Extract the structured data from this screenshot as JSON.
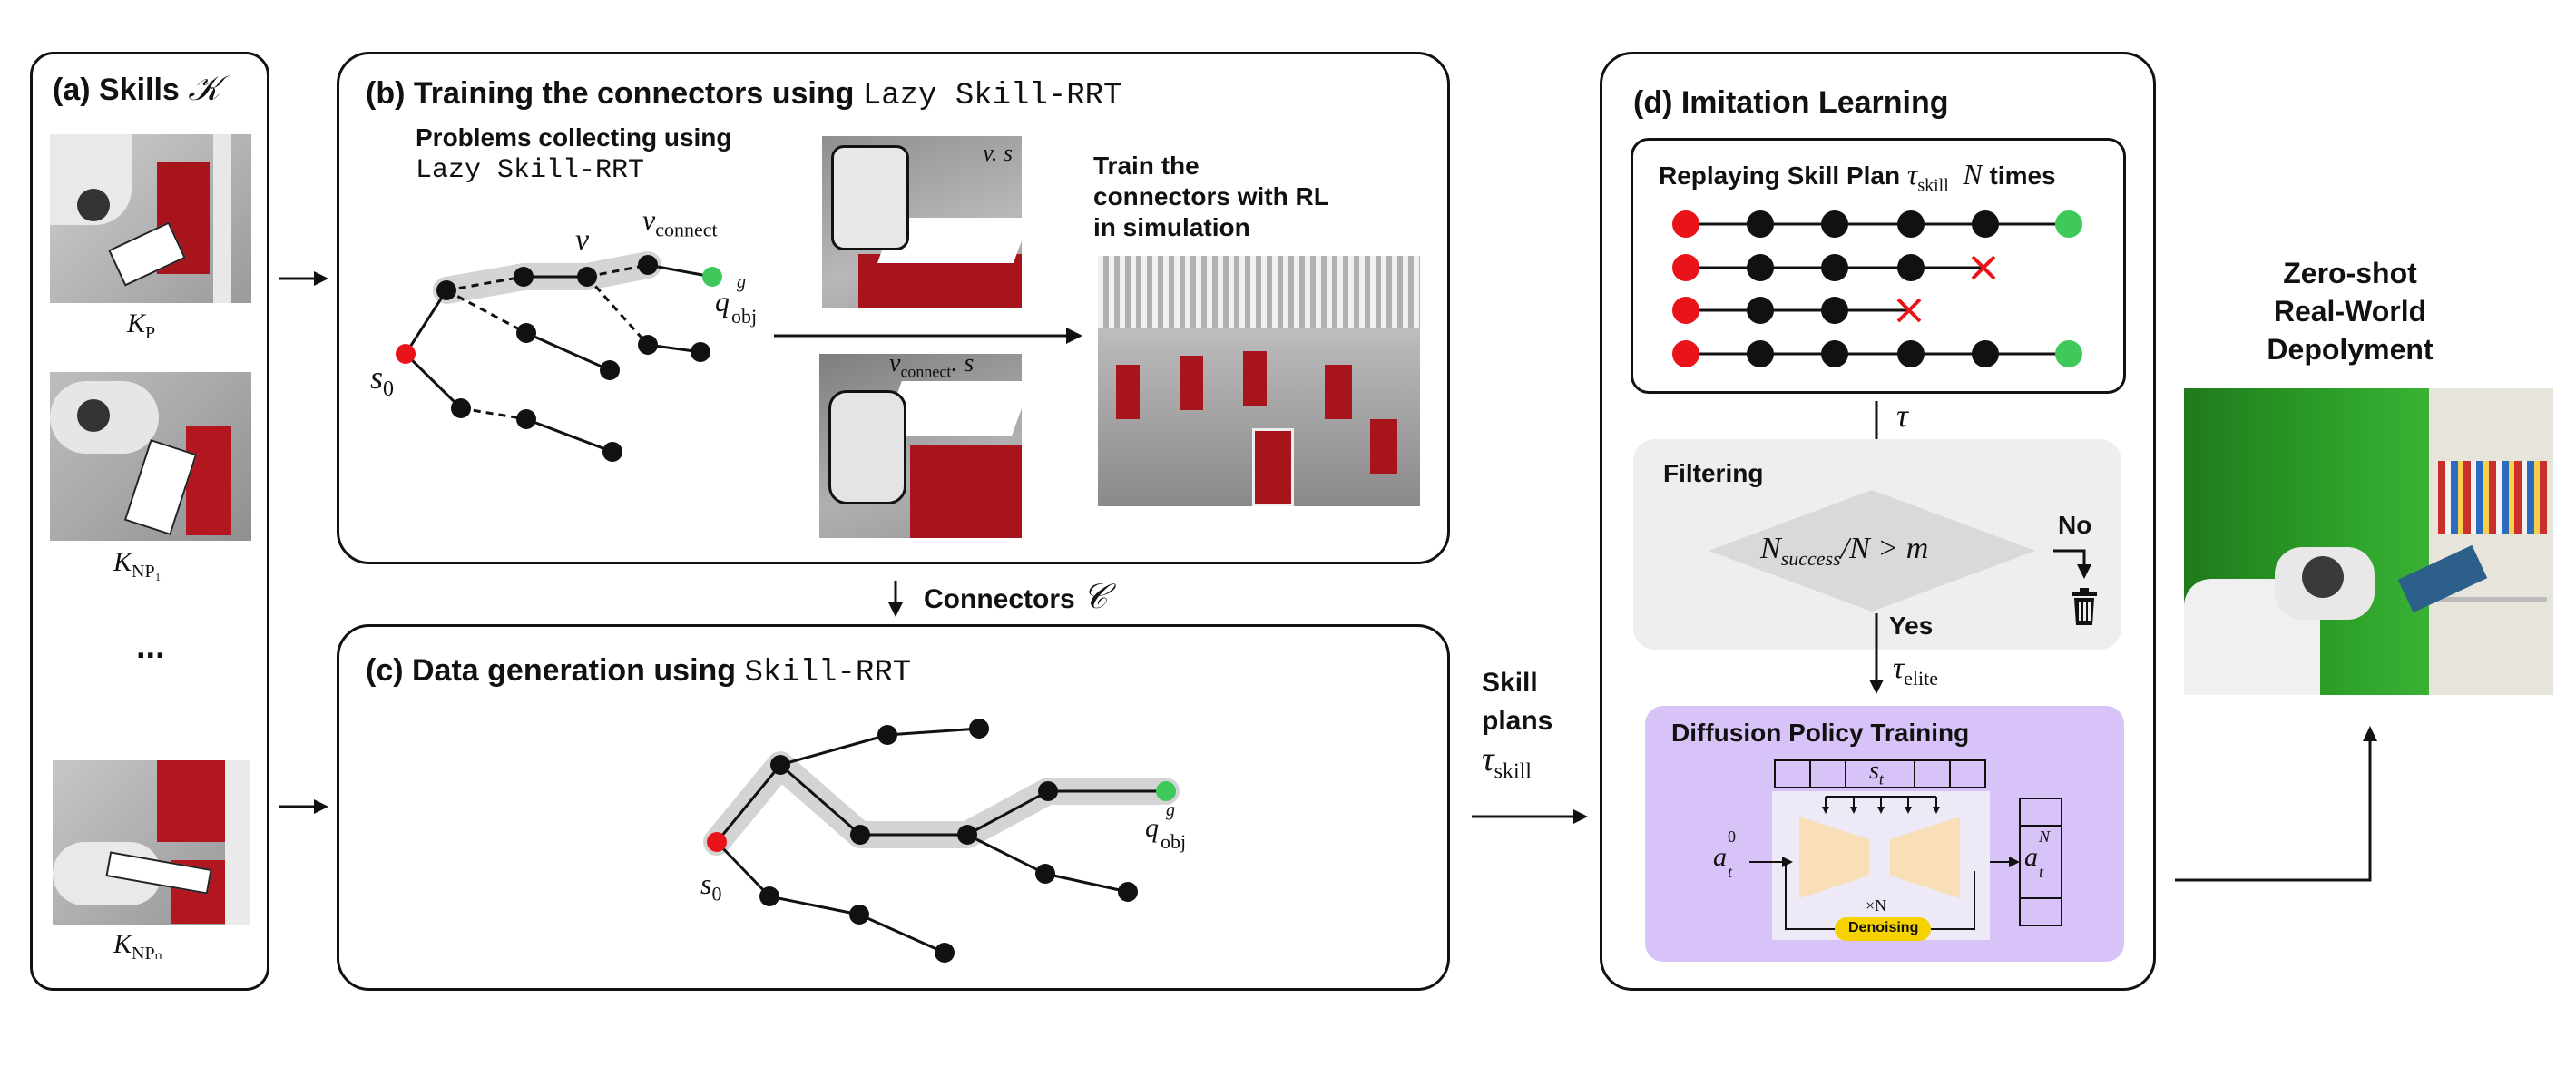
{
  "panel_a": {
    "title": "(a) Skills",
    "title_symbol": "𝒦",
    "skills": [
      {
        "label": "K",
        "sub": "P"
      },
      {
        "label": "K",
        "sub": "NP₁"
      },
      {
        "label": "K",
        "sub": "NPₙ"
      }
    ],
    "ellipsis": "..."
  },
  "panel_b": {
    "title": "(b) Training the connectors using",
    "title_mono": "Lazy Skill-RRT",
    "problems_line1": "Problems collecting using",
    "problems_line2": "Lazy Skill-RRT",
    "v_label": "v",
    "v_connect_label": "v",
    "v_connect_sub": "connect",
    "q_label": "q",
    "q_sup": "g",
    "q_sub": "obj",
    "s0_label": "s",
    "s0_sub": "0",
    "thumb1_label": "v. s",
    "thumb2_label": "v",
    "thumb2_sub": "connect",
    "thumb2_suffix": ". s",
    "train_line1": "Train the",
    "train_line2": "connectors with RL",
    "train_line3": "in simulation"
  },
  "connectors": {
    "label": "Connectors",
    "symbol": "𝒞"
  },
  "panel_c": {
    "title": "(c) Data generation using",
    "title_mono": "Skill-RRT",
    "s0_label": "s",
    "s0_sub": "0",
    "q_label": "q",
    "q_sup": "g",
    "q_sub": "obj"
  },
  "skill_plans": {
    "line1": "Skill",
    "line2": "plans",
    "tau": "τ",
    "tau_sub": "skill"
  },
  "panel_d": {
    "title": "(d) Imitation Learning",
    "replay": {
      "text": "Replaying Skill Plan",
      "tau": "τ",
      "tau_sub": "skill",
      "n": "N",
      "suffix": "times"
    },
    "tau_label": "τ",
    "filtering": {
      "title": "Filtering",
      "condition_n": "N",
      "condition_sub": "success",
      "condition_rest": "/N > m",
      "no": "No",
      "yes": "Yes"
    },
    "tau_elite": "τ",
    "tau_elite_sub": "elite",
    "diffusion": {
      "title": "Diffusion Policy Training",
      "s_t": "s",
      "s_t_sub": "t",
      "a_in": "a",
      "a_in_sup": "0",
      "a_in_sub": "t",
      "a_out": "a",
      "a_out_sup": "N",
      "a_out_sub": "t",
      "times_n": "×N",
      "denoising": "Denoising"
    }
  },
  "deploy": {
    "line1": "Zero-shot",
    "line2": "Real-World",
    "line3": "Depolyment"
  },
  "colors": {
    "red_node": "#e8141a",
    "green_node": "#3ec95a",
    "highlight": "#d4d4d4",
    "filter_bg": "#eeeeee",
    "diamond": "#d9d9d9",
    "purple": "#d7c3f7",
    "denoise": "#f5d200",
    "unet": "#f8dfb8"
  }
}
